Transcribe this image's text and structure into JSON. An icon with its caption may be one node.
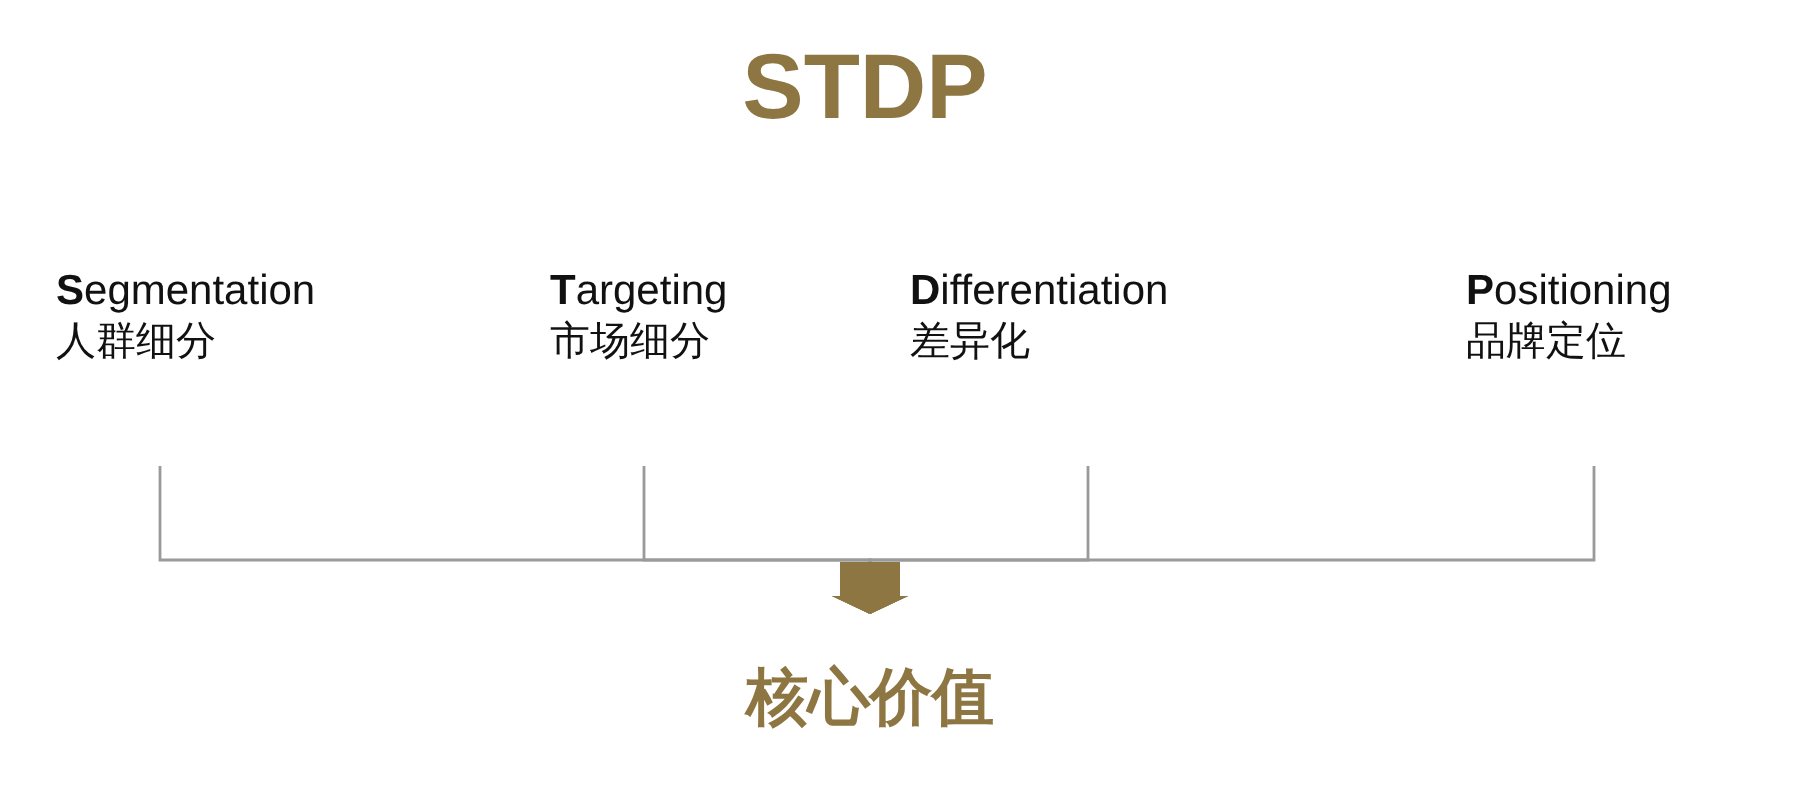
{
  "diagram": {
    "title": "STDP",
    "nodes": [
      {
        "text": [
          "**S**egmentation",
          "人群细分"
        ]
      },
      {
        "text": [
          "**T**argeting",
          "市场细分"
        ]
      },
      {
        "text": [
          "**D**ifferentiation",
          "差异化"
        ]
      },
      {
        "text": [
          "**P**ositioning",
          "品牌定位"
        ]
      },
      {
        "text": [
          "核心价值"
        ]
      }
    ],
    "edges": [
      {
        "from": 0,
        "to": 4,
        "arrow": "to"
      },
      {
        "from": 1,
        "to": 4,
        "arrow": "to"
      },
      {
        "from": 2,
        "to": 4,
        "arrow": "to"
      },
      {
        "from": 3,
        "to": 4,
        "arrow": "to"
      }
    ]
  }
}
